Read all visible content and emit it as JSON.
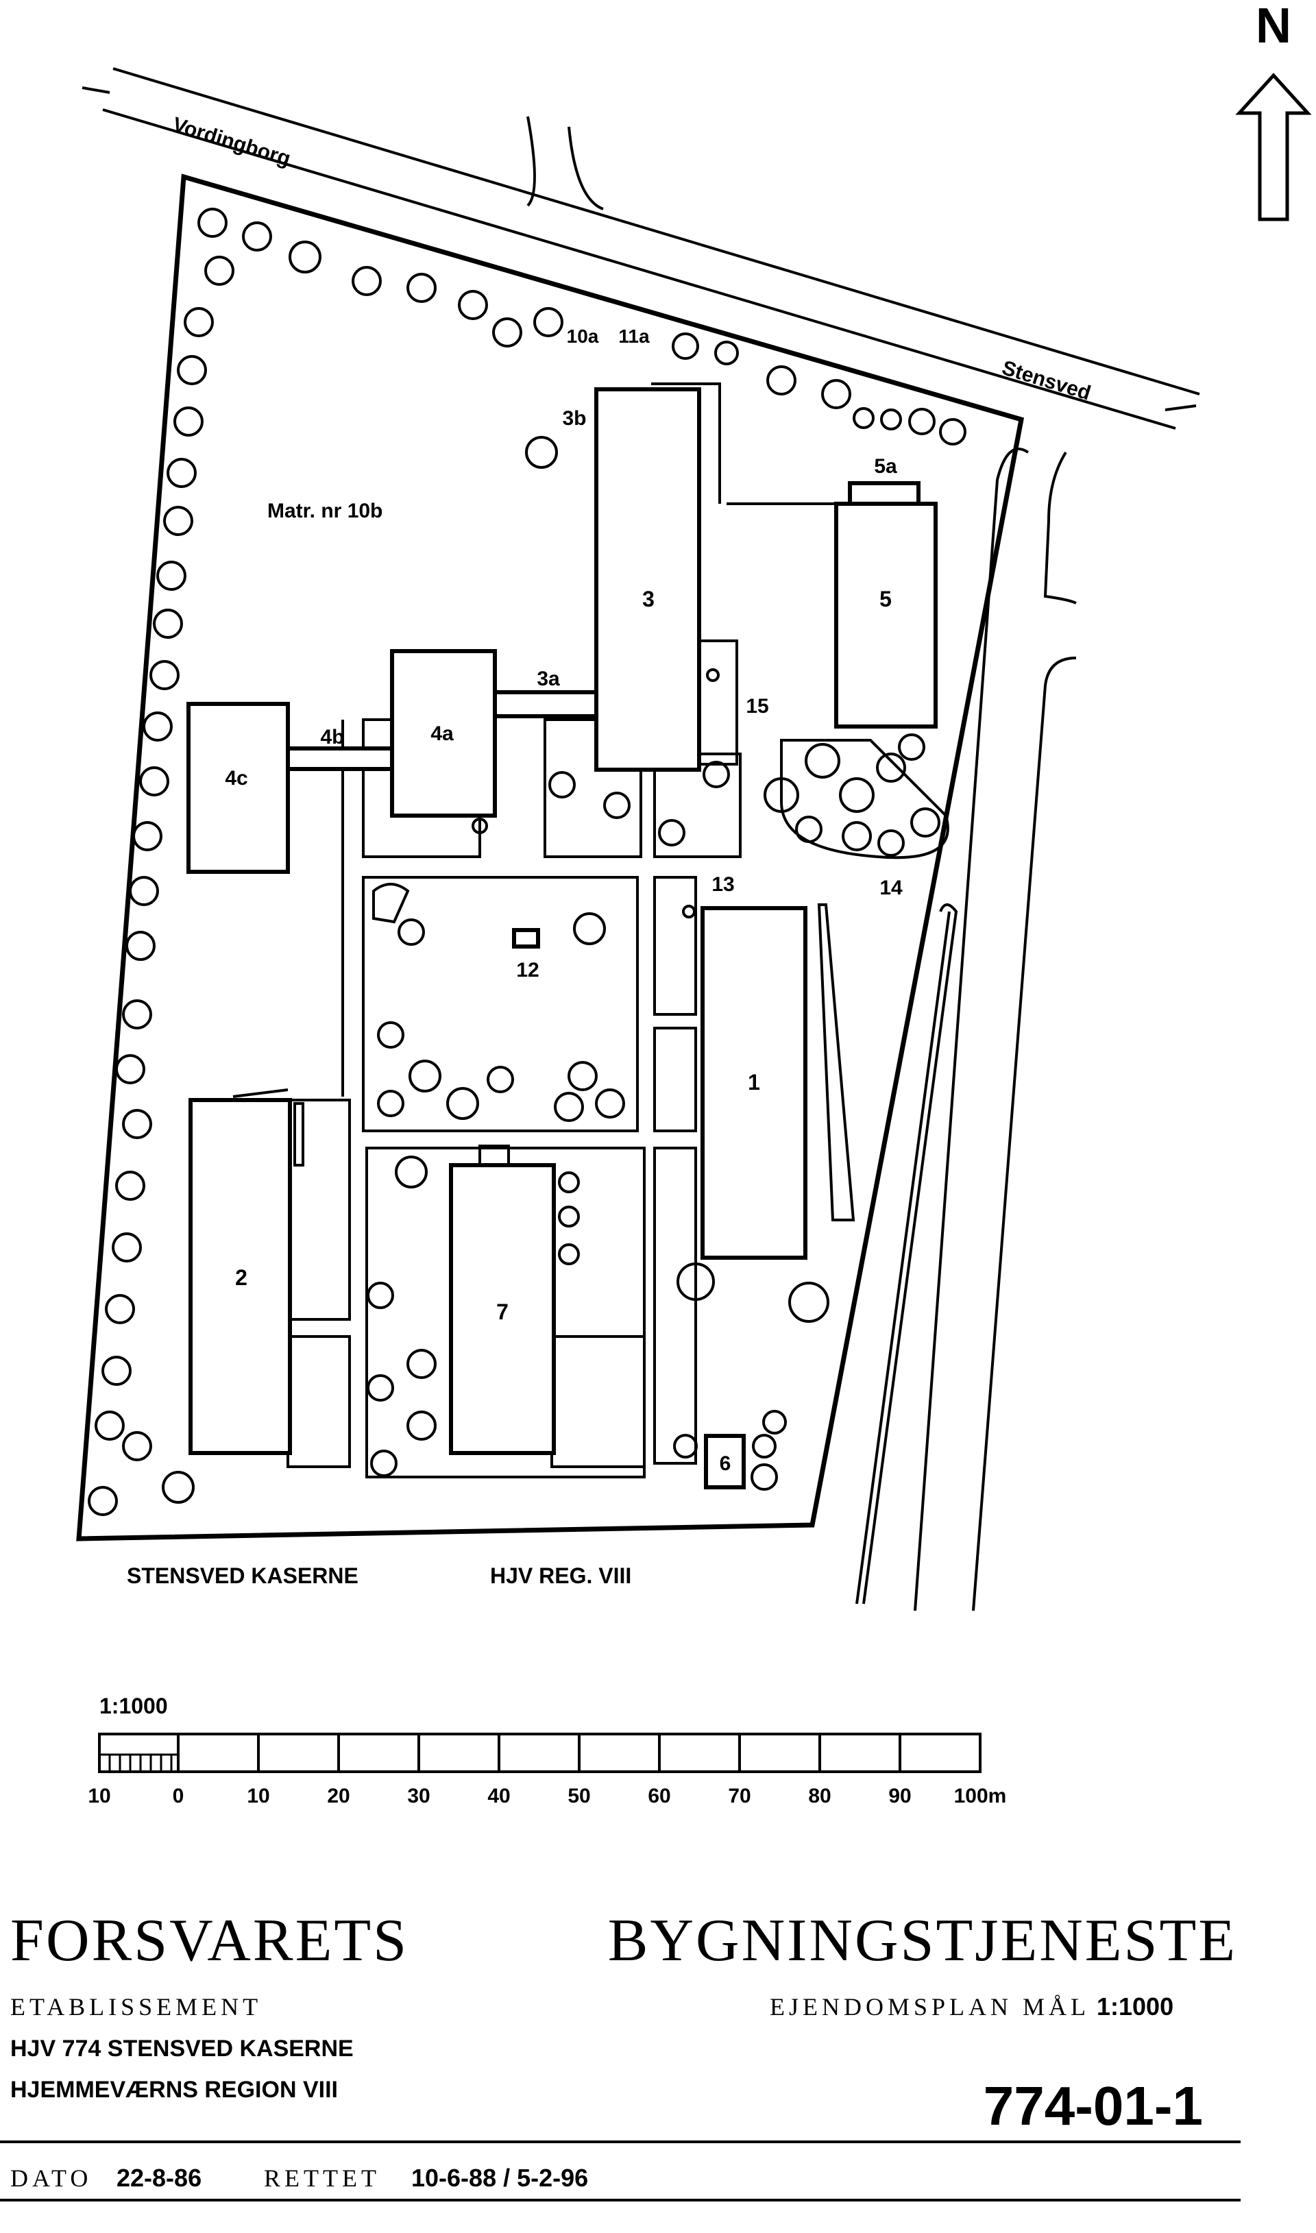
{
  "north": "N",
  "roads": {
    "vordingborg": "Vordingborg",
    "stensved": "Stensved"
  },
  "parcel": "Matr. nr 10b",
  "buildings": [
    {
      "id": "b1",
      "label": "1"
    },
    {
      "id": "b2",
      "label": "2"
    },
    {
      "id": "b3",
      "label": "3"
    },
    {
      "id": "b3a",
      "label": "3a"
    },
    {
      "id": "b3b",
      "label": "3b"
    },
    {
      "id": "b4a",
      "label": "4a"
    },
    {
      "id": "b4b",
      "label": "4b"
    },
    {
      "id": "b4c",
      "label": "4c"
    },
    {
      "id": "b5",
      "label": "5"
    },
    {
      "id": "b5a",
      "label": "5a"
    },
    {
      "id": "b6",
      "label": "6"
    },
    {
      "id": "b7",
      "label": "7"
    },
    {
      "id": "b10a",
      "label": "10a"
    },
    {
      "id": "b11a",
      "label": "11a"
    },
    {
      "id": "b12",
      "label": "12"
    },
    {
      "id": "b13",
      "label": "13"
    },
    {
      "id": "b14",
      "label": "14"
    },
    {
      "id": "b15",
      "label": "15"
    }
  ],
  "site_caption": {
    "name": "STENSVED KASERNE",
    "region": "HJV REG. VIII"
  },
  "scale": {
    "ratio": "1:1000",
    "ticks": [
      "10",
      "0",
      "10",
      "20",
      "30",
      "40",
      "50",
      "60",
      "70",
      "80",
      "90",
      "100m"
    ]
  },
  "titleblock": {
    "org_left": "FORSVARETS",
    "org_right": "BYGNINGSTJENESTE",
    "etablissement": "ETABLISSEMENT",
    "plan_type": "EJENDOMSPLAN  MÅL",
    "plan_scale": "1:1000",
    "line1": "HJV 774     STENSVED KASERNE",
    "line2": "HJEMMEVÆRNS REGION VIII",
    "drawing_no": "774-01-1",
    "date_label": "DATO",
    "date_value": "22-8-86",
    "revised_label": "RETTET",
    "revised_value": "10-6-88  /  5-2-96"
  }
}
